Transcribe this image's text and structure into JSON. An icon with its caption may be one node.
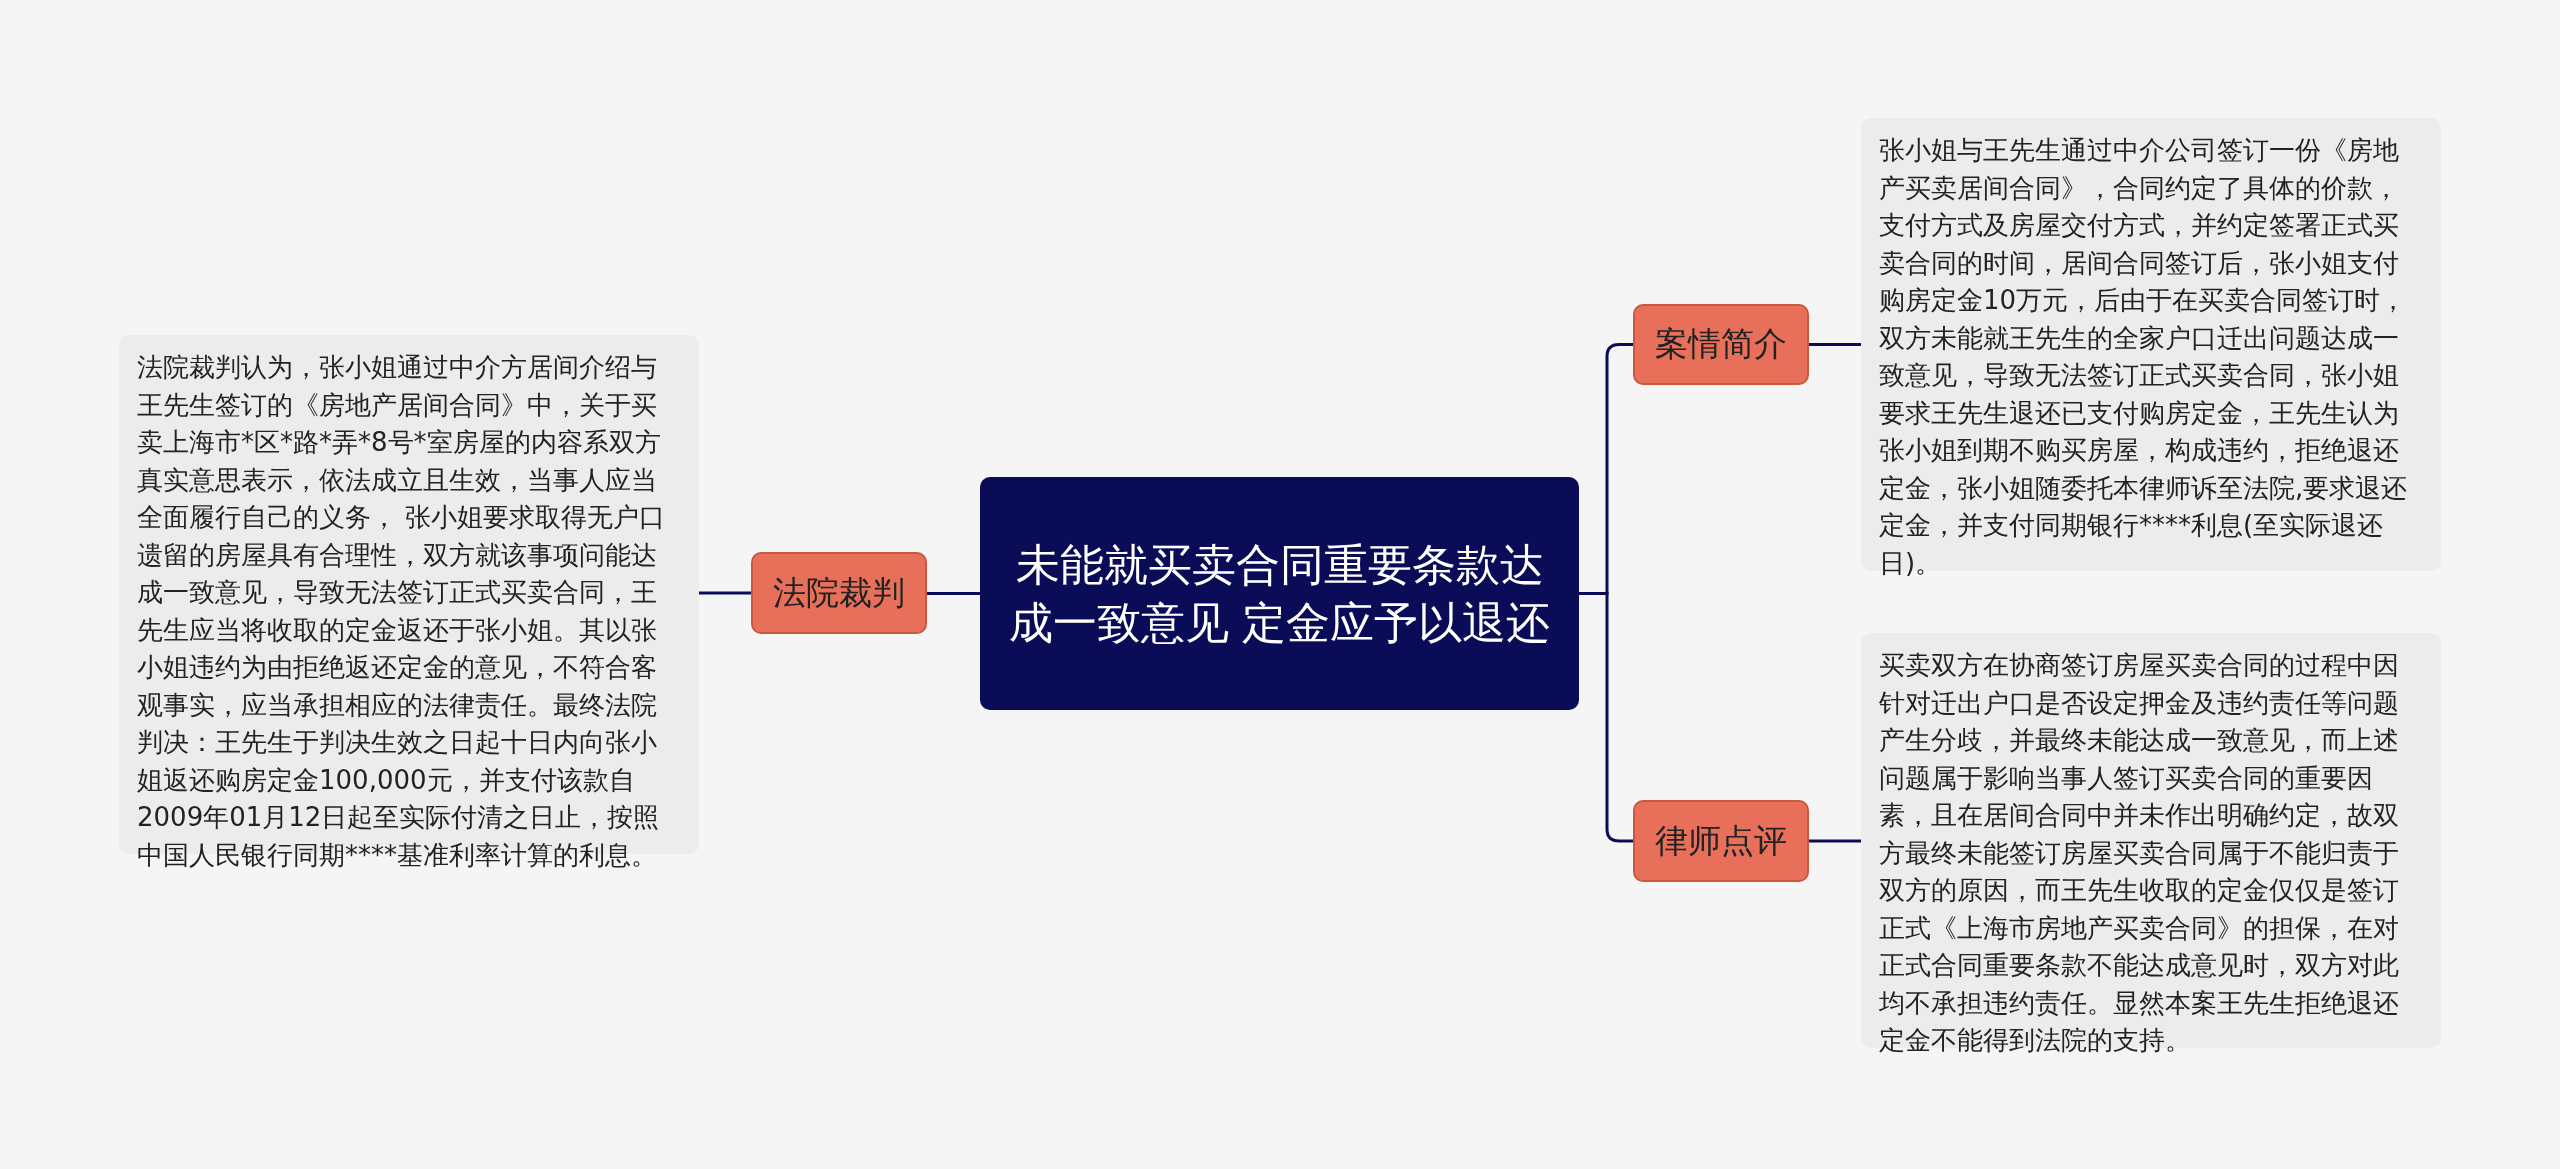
{
  "diagram": {
    "nodes": [
      {
        "text": [
          "未能就买卖合同重要条款达成一致意见 定金应予以退还"
        ]
      },
      {
        "text": [
          "案情简介"
        ]
      },
      {
        "text": [
          "张小姐与王先生通过中介公司签订一份《房地产买卖居间合同》，合同约定了具体的价款，支付方式及房屋交付方式，并约定签署正式买卖合同的时间，居间合同签订后，张小姐支付购房定金10万元，后由于在买卖合同签订时，双方未能就王先生的全家户口迁出问题达成一致意见，导致无法签订正式买卖合同，张小姐要求王先生退还已支付购房定金，王先生认为张小姐到期不购买房屋，构成违约，拒绝退还定金，张小姐随委托本律师诉至法院,要求退还定金，并支付同期银行****利息(至实际退还日)。"
        ]
      },
      {
        "text": [
          "律师点评"
        ]
      },
      {
        "text": [
          "买卖双方在协商签订房屋买卖合同的过程中因针对迁出户口是否设定押金及违约责任等问题产生分歧，并最终未能达成一致意见，而上述问题属于影响当事人签订买卖合同的重要因素，且在居间合同中并未作出明确约定，故双方最终未能签订房屋买卖合同属于不能归责于双方的原因，而王先生收取的定金仅仅是签订正式《上海市房地产买卖合同》的担保，在对正式合同重要条款不能达成意见时，双方对此均不承担违约责任。显然本案王先生拒绝退还定金不能得到法院的支持。"
        ]
      },
      {
        "text": [
          "法院裁判"
        ]
      },
      {
        "text": [
          "法院裁判认为，张小姐通过中介方居间介绍与王先生签订的《房地产居间合同》中，关于买卖上海市*区*路*弄*8号*室房屋的内容系双方真实意思表示，依法成立且生效，当事人应当全面履行自己的义务， 张小姐要求取得无户口遗留的房屋具有合理性，双方就该事项问能达成一致意见，导致无法签订正式买卖合同，王先生应当将收取的定金返还于张小姐。其以张小姐违约为由拒绝返还定金的意见，不符合客观事实，应当承担相应的法律责任。最终法院判决：王先生于判决生效之日起十日内向张小姐返还购房定金100,000元，并支付该款自2009年01月12日起至实际付清之日止，按照中国人民银行同期****基准利率计算的利息。"
        ]
      }
    ],
    "edges": [
      {
        "from": 0,
        "to": 1,
        "arrow": "none"
      },
      {
        "from": 1,
        "to": 2,
        "arrow": "none"
      },
      {
        "from": 0,
        "to": 3,
        "arrow": "none"
      },
      {
        "from": 3,
        "to": 4,
        "arrow": "none"
      },
      {
        "from": 0,
        "to": 5,
        "arrow": "none"
      },
      {
        "from": 5,
        "to": 6,
        "arrow": "none"
      }
    ]
  }
}
